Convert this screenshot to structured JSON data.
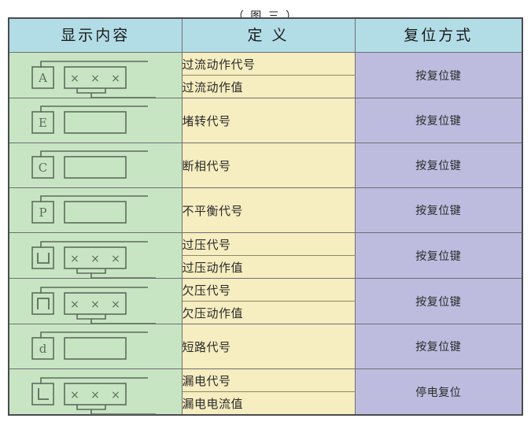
{
  "figure": {
    "caption": "（ 图 三 )",
    "caption_text": "（ 图 三 ）"
  },
  "colors": {
    "header_bg": "#b2dce6",
    "display_col_bg": "#c8e5c3",
    "definition_col_bg": "#f6edc0",
    "reset_col_bg": "#bdbcdf",
    "border": "#4a4a50",
    "inner_border": "#6f6f72",
    "symbol_stroke": "#5d6b5d",
    "text": "#231f20"
  },
  "table": {
    "headers": [
      {
        "key": "display",
        "label": "显示内容"
      },
      {
        "key": "definition",
        "label": "定 义"
      },
      {
        "key": "reset",
        "label": "复位方式"
      }
    ],
    "rows": [
      {
        "symbol_char": "A",
        "symbol_type": "letter",
        "has_digits": true,
        "digits": "×××",
        "definitions": [
          "过流动作代号",
          "过流动作值"
        ],
        "reset": "按复位键"
      },
      {
        "symbol_char": "E",
        "symbol_type": "letter",
        "has_digits": false,
        "digits": "",
        "definitions": [
          "堵转代号"
        ],
        "reset": "按复位键"
      },
      {
        "symbol_char": "C",
        "symbol_type": "letter",
        "has_digits": false,
        "digits": "",
        "definitions": [
          "断相代号"
        ],
        "reset": "按复位键"
      },
      {
        "symbol_char": "P",
        "symbol_type": "letter",
        "has_digits": false,
        "digits": "",
        "definitions": [
          "不平衡代号"
        ],
        "reset": "按复位键"
      },
      {
        "symbol_char": "∪",
        "symbol_type": "u-open-top",
        "has_digits": true,
        "digits": "×××",
        "definitions": [
          "过压代号",
          "过压动作值"
        ],
        "reset": "按复位键"
      },
      {
        "symbol_char": "∩",
        "symbol_type": "n-open-bottom",
        "has_digits": true,
        "digits": "×××",
        "definitions": [
          "欠压代号",
          "欠压动作值"
        ],
        "reset": "按复位键"
      },
      {
        "symbol_char": "d",
        "symbol_type": "letter",
        "has_digits": false,
        "digits": "",
        "definitions": [
          "短路代号"
        ],
        "reset": "按复位键"
      },
      {
        "symbol_char": "L",
        "symbol_type": "l-corner",
        "has_digits": true,
        "digits": "×××",
        "definitions": [
          "漏电代号",
          "漏电电流值"
        ],
        "reset": "停电复位"
      }
    ]
  }
}
